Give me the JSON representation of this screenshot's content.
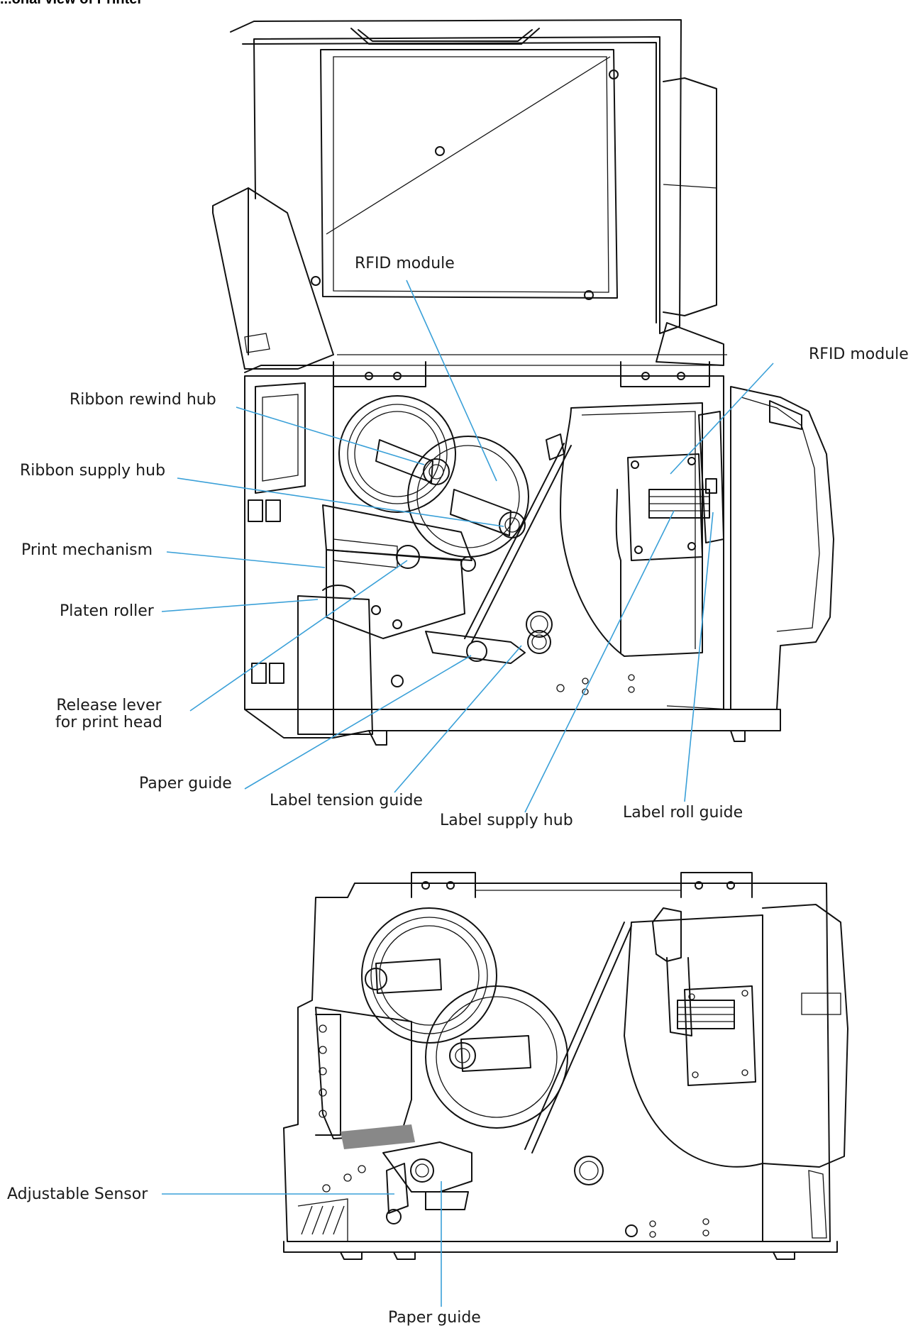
{
  "title": "...onal view of Printer",
  "colors": {
    "leader": "#3aa0d8",
    "outline": "#111111",
    "text": "#1a1a1a"
  },
  "upper_view": {
    "labels": {
      "rfid_module_top": "RFID module",
      "rfid_module_right": "RFID module",
      "ribbon_rewind_hub": "Ribbon rewind hub",
      "ribbon_supply_hub": "Ribbon supply hub",
      "print_mechanism": "Print mechanism",
      "platen_roller": "Platen roller",
      "release_lever": "Release lever\nfor print head",
      "paper_guide": "Paper guide",
      "label_tension_guide": "Label tension guide",
      "label_supply_hub": "Label supply hub",
      "label_roll_guide": "Label roll guide"
    }
  },
  "lower_view": {
    "labels": {
      "adjustable_sensor": "Adjustable Sensor",
      "paper_guide": "Paper guide"
    }
  }
}
